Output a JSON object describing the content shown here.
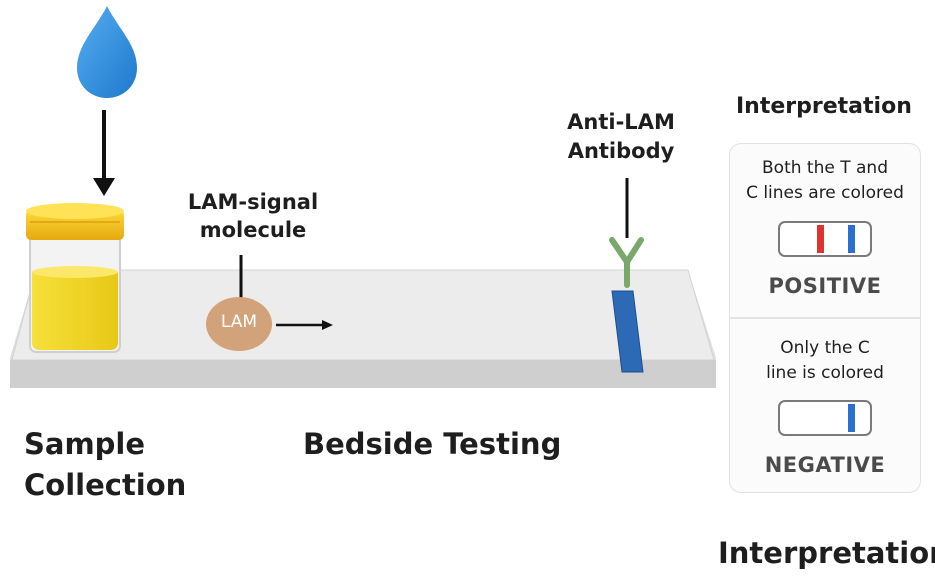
{
  "labels": {
    "sample_collection": [
      "Sample",
      "Collection"
    ],
    "bedside_testing": "Bedside Testing",
    "lam_signal": [
      "LAM-signal",
      "molecule"
    ],
    "anti_lam": [
      "Anti-LAM",
      "Antibody"
    ],
    "lam_circle": "LAM",
    "interpretation_heading": "Interpretation",
    "interpretation_footer": "Interpretation"
  },
  "interpretation": {
    "positive": {
      "condition": [
        "Both the T and",
        "C lines are colored"
      ],
      "result": "POSITIVE"
    },
    "negative": {
      "condition": [
        "Only the C",
        "line is colored"
      ],
      "result": "NEGATIVE"
    }
  },
  "colors": {
    "droplet": "#2f8fe0",
    "urine": "#f2dc2a",
    "cap": "#f4c21e",
    "lam_circle": "#d2a37a",
    "test_band": "#2c6ab5",
    "antibody": "#7aa86a",
    "t_line": "#e0332e",
    "c_line": "#2b6fd0"
  }
}
